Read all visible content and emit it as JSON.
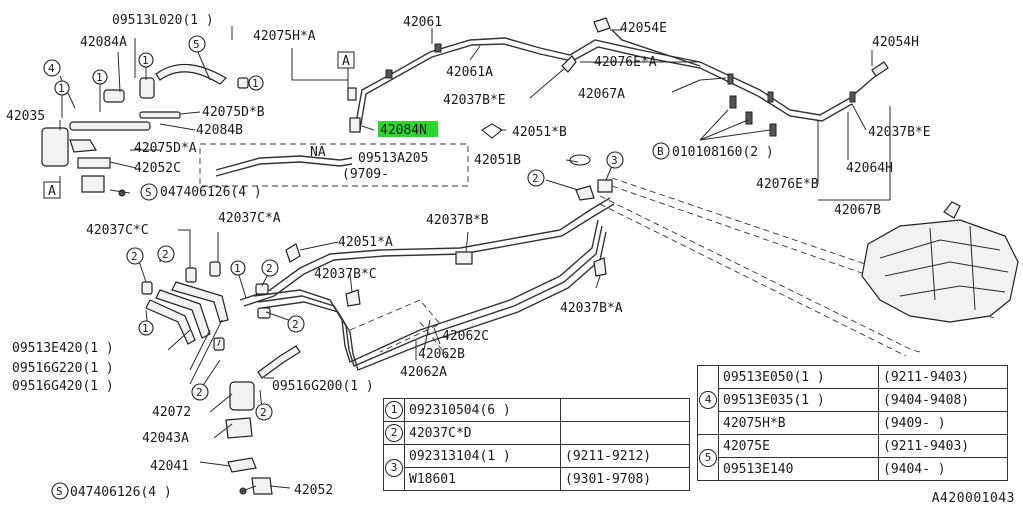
{
  "colors": {
    "highlight": "#2bd52b",
    "ink": "#1a1a1a",
    "background": "#ffffff"
  },
  "diagram_code": "A420001043",
  "labels": {
    "l_09513L020": "09513L020(1 )",
    "l_42084A": "42084A",
    "l_42075HA": "42075H*A",
    "l_42061": "42061",
    "l_42054E": "42054E",
    "l_42054H": "42054H",
    "l_42061A": "42061A",
    "l_42076EA": "42076E*A",
    "l_42067A": "42067A",
    "l_42037BE_1": "42037B*E",
    "l_42035": "42035",
    "l_42075DB": "42075D*B",
    "l_42084B": "42084B",
    "l_42084N": "42084N",
    "l_42051B_star": "42051*B",
    "l_42075DA": "42075D*A",
    "l_42052C": "42052C",
    "l_NA": "NA",
    "l_09513A205": "09513A205",
    "l_9709": "(9709-",
    "l_42051B": "42051B",
    "l_bolt": "010108160(2 )",
    "l_42037BE_2": "42037B*E",
    "l_42064H": "42064H",
    "l_42076EB": "42076E*B",
    "l_42067B": "42067B",
    "l_047406126_top": "047406126(4 )",
    "l_42037CC": "42037C*C",
    "l_42037CA": "42037C*A",
    "l_42037BB": "42037B*B",
    "l_42051A": "42051*A",
    "l_42037BC": "42037B*C",
    "l_42037BA": "42037B*A",
    "l_42062C": "42062C",
    "l_42062B": "42062B",
    "l_42062A": "42062A",
    "l_09513E420": "09513E420(1 )",
    "l_09516G220": "09516G220(1 )",
    "l_09516G420": "09516G420(1 )",
    "l_09516G200": "09516G200(1 )",
    "l_42072": "42072",
    "l_42043A": "42043A",
    "l_42041": "42041",
    "l_047406126_bot": "047406126(4 )",
    "l_42052": "42052",
    "ref_A_top": "A",
    "ref_A_left": "A",
    "s_S": "S",
    "s_B": "B",
    "c1": "1",
    "c2": "2",
    "c3": "3",
    "c4": "4",
    "c5": "5"
  },
  "table_left": [
    {
      "n": "1",
      "part": "092310504(6 )",
      "date": ""
    },
    {
      "n": "2",
      "part": "42037C*D",
      "date": ""
    },
    {
      "n": "3",
      "part": "092313104(1 )",
      "date": "(9211-9212)"
    },
    {
      "n": "",
      "part": "W18601",
      "date": "(9301-9708)"
    }
  ],
  "table_right": [
    {
      "n": "4",
      "part": "09513E050(1 )",
      "date": "(9211-9403)"
    },
    {
      "n": "",
      "part": "09513E035(1 )",
      "date": "(9404-9408)"
    },
    {
      "n": "",
      "part": "42075H*B",
      "date": "(9409- )"
    },
    {
      "n": "5",
      "part": "42075E",
      "date": "(9211-9403)"
    },
    {
      "n": "",
      "part": "09513E140",
      "date": "(9404- )"
    }
  ]
}
